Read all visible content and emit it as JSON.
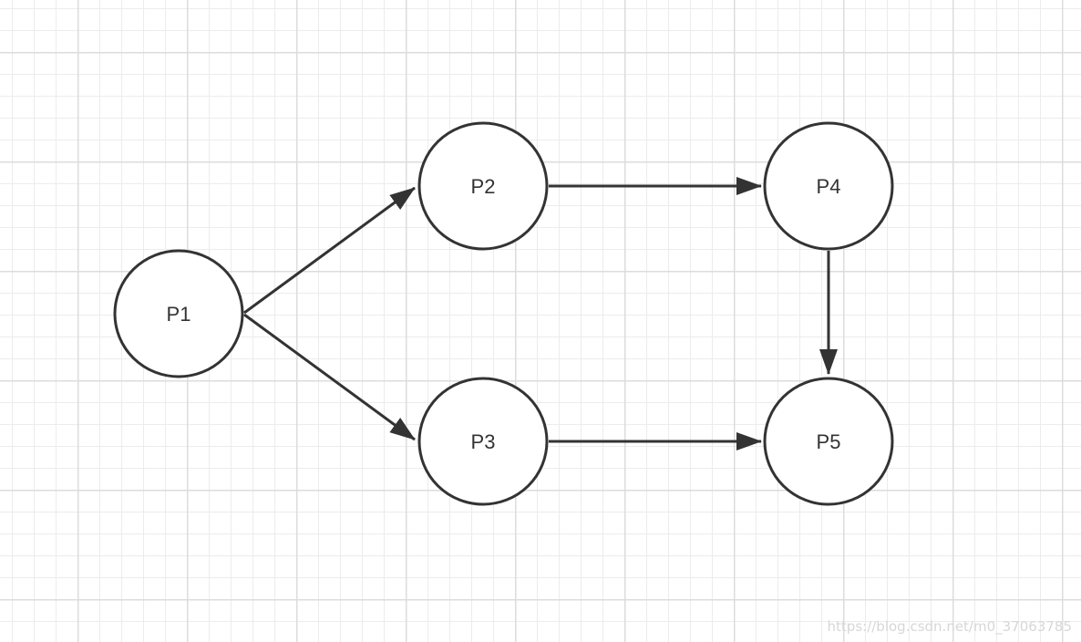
{
  "diagram": {
    "nodes": [
      {
        "id": "P1",
        "label": "P1"
      },
      {
        "id": "P2",
        "label": "P2"
      },
      {
        "id": "P3",
        "label": "P3"
      },
      {
        "id": "P4",
        "label": "P4"
      },
      {
        "id": "P5",
        "label": "P5"
      }
    ],
    "edges": [
      {
        "from": "P1",
        "to": "P2"
      },
      {
        "from": "P1",
        "to": "P3"
      },
      {
        "from": "P2",
        "to": "P4"
      },
      {
        "from": "P3",
        "to": "P5"
      },
      {
        "from": "P4",
        "to": "P5"
      }
    ],
    "colors": {
      "stroke": "#333333",
      "fill": "#ffffff",
      "grid": "#ececec"
    }
  },
  "watermark": "https://blog.csdn.net/m0_37063785"
}
